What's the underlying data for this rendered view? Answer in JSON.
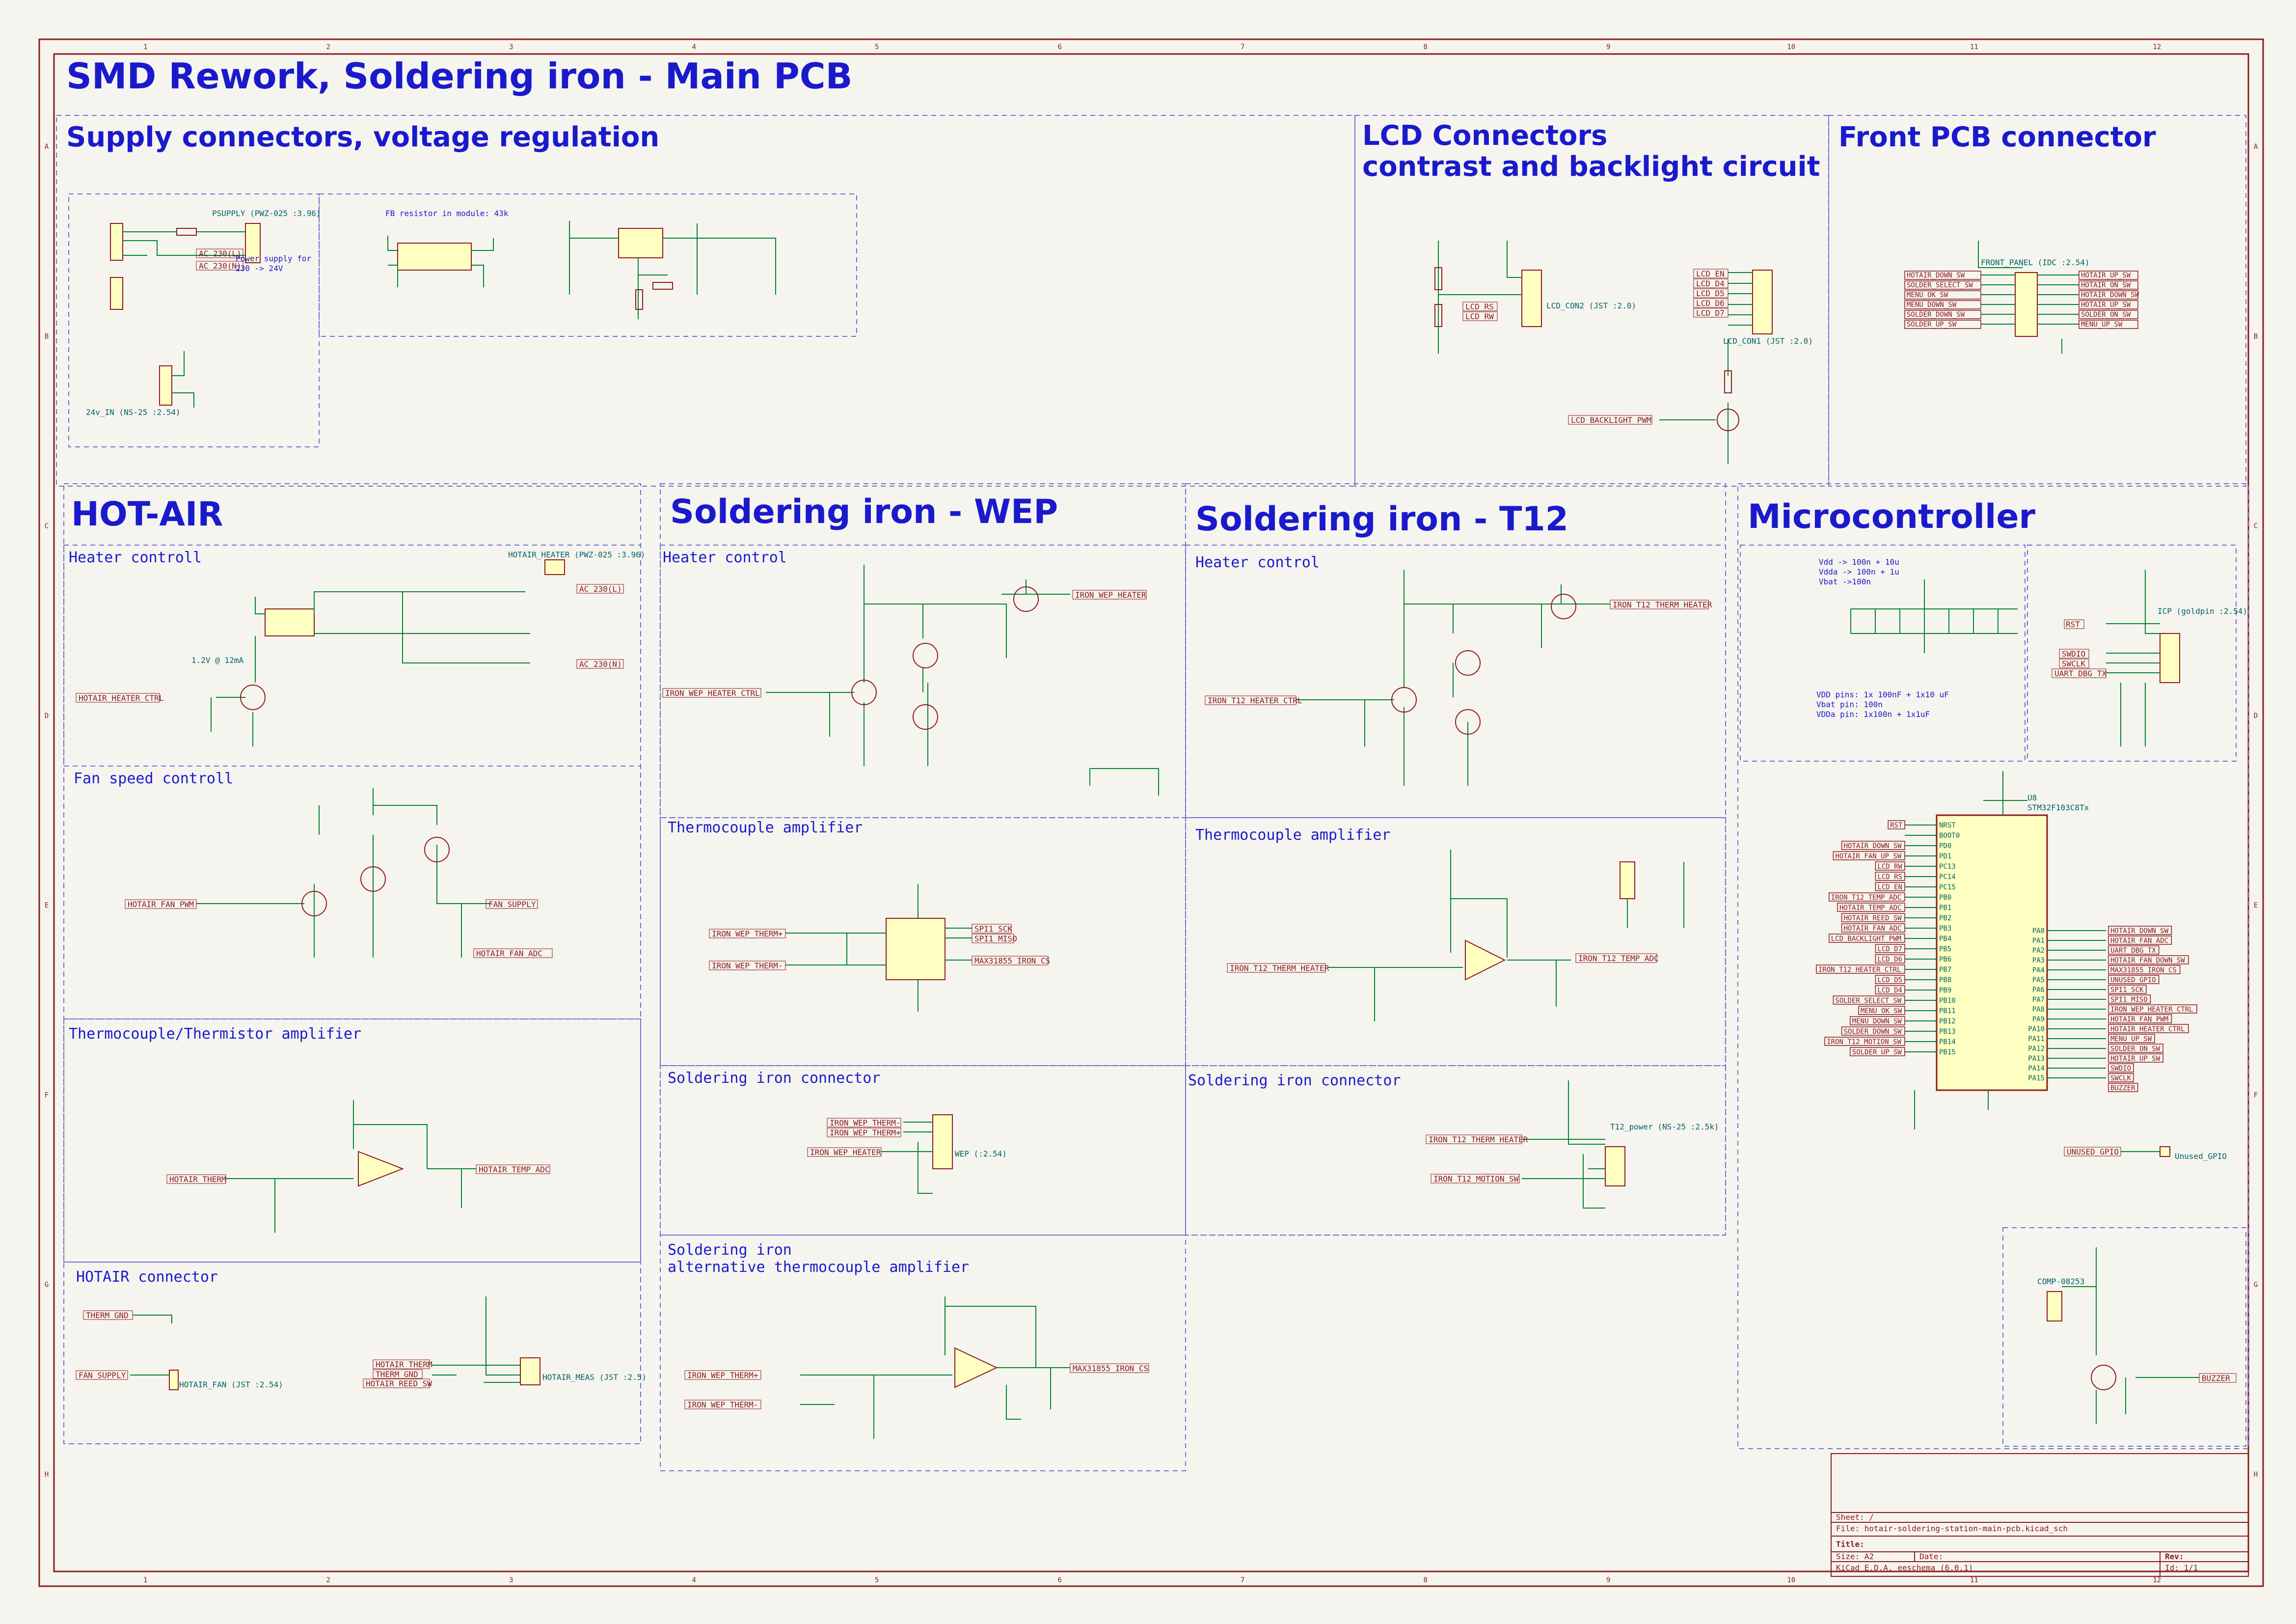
{
  "sheet_title": "SMD Rework, Soldering iron - Main PCB",
  "colors": {
    "frame": "#8c1a1a",
    "section": "#1a1acc",
    "wire": "#00842c",
    "label": "#8c1a1a",
    "body": "#ffffc2",
    "component": "#8c1a1a",
    "value": "#006464",
    "paper": "#f5f4ef"
  },
  "grid_columns": [
    "1",
    "2",
    "3",
    "4",
    "5",
    "6",
    "7",
    "8",
    "9",
    "10",
    "11",
    "12"
  ],
  "grid_rows": [
    "A",
    "B",
    "C",
    "D",
    "E",
    "F",
    "G",
    "H"
  ],
  "sections": {
    "supply": "Supply connectors, voltage regulation",
    "lcd_1": "LCD Connectors",
    "lcd_2": "contrast and backlight circuit",
    "front": "Front PCB connector",
    "hotair": "HOT-AIR",
    "wep": "Soldering iron - WEP",
    "t12": "Soldering iron - T12",
    "mcu": "Microcontroller"
  },
  "subsections": {
    "ha_heater": "Heater controll",
    "ha_fan": "Fan speed controll",
    "ha_amp": "Thermocouple/Thermistor amplifier",
    "ha_conn": "HOTAIR connector",
    "wep_heater": "Heater control",
    "wep_amp": "Thermocouple amplifier",
    "wep_conn": "Soldering iron connector",
    "wep_alt_1": "Soldering iron",
    "wep_alt_2": "alternative thermocouple amplifier",
    "t12_heater": "Heater control",
    "t12_amp": "Thermocouple amplifier",
    "t12_conn": "Soldering iron connector"
  },
  "net_labels": {
    "ac230l": "AC_230(L)",
    "ac230n": "AC_230(N)",
    "hotair_heater_ctrl": "HOTAIR_HEATER_CTRL",
    "hotair_fan_pwm": "HOTAIR_FAN_PWM",
    "fan_supply": "FAN_SUPPLY",
    "hotair_fan_adc": "HOTAIR_FAN_ADC",
    "hotair_therm": "HOTAIR_THERM",
    "hotair_temp_adc": "HOTAIR_TEMP_ADC",
    "therm_gnd": "THERM_GND",
    "hotair_reed_sw": "HOTAIR_REED_SW",
    "iron_wep_heater_ctrl": "IRON_WEP_HEATER_CTRL",
    "iron_wep_heater": "IRON_WEP_HEATER",
    "iron_wep_therm_p": "IRON_WEP_THERM+",
    "iron_wep_therm_m": "IRON_WEP_THERM-",
    "spi1_sck": "SPI1_SCK",
    "spi1_miso": "SPI1_MISO",
    "max_cs": "MAX31855_IRON_CS",
    "iron_t12_heater_ctrl": "IRON_T12_HEATER_CTRL",
    "iron_t12_therm_heater": "IRON_T12_THERM_HEATER",
    "iron_t12_temp_adc": "IRON_T12_TEMP_ADC",
    "iron_t12_motion_sw": "IRON_T12_MOTION_SW",
    "lcd_rs": "LCD_RS",
    "lcd_rw": "LCD_RW",
    "lcd_en": "LCD_EN",
    "lcd_d4": "LCD_D4",
    "lcd_d5": "LCD_D5",
    "lcd_d6": "LCD_D6",
    "lcd_d7": "LCD_D7",
    "lcd_backlight_pwm": "LCD_BACKLIGHT_PWM",
    "rst": "RST",
    "swdio": "SWDIO",
    "swclk": "SWCLK",
    "uart_dbg_tx": "UART_DBG_TX",
    "unused_gpio": "UNUSED_GPIO",
    "buzzer": "BUZZER"
  },
  "front_labels": {
    "left": [
      "HOTAIR_DOWN_SW",
      "SOLDER_SELECT_SW",
      "MENU_OK_SW",
      "MENU_DOWN_SW",
      "SOLDER_DOWN_SW",
      "SOLDER_UP_SW"
    ],
    "right": [
      "HOTAIR_UP_SW",
      "HOTAIR_ON_SW",
      "HOTAIR_DOWN_SW",
      "HOTAIR_UP_SW",
      "SOLDER_ON_SW",
      "MENU_UP_SW"
    ]
  },
  "mcu": {
    "ref": "U8",
    "part": "STM32F103C8Tx",
    "left_pins": [
      "NRST",
      "BOOT0",
      "PD0",
      "PD1",
      "PC13",
      "PC14",
      "PC15",
      "PB0",
      "PB1",
      "PB2",
      "PB3",
      "PB4",
      "PB5",
      "PB6",
      "PB7",
      "PB8",
      "PB9",
      "PB10",
      "PB11",
      "PB12",
      "PB13",
      "PB14",
      "PB15"
    ],
    "right_pins": [
      "PA0",
      "PA1",
      "PA2",
      "PA3",
      "PA4",
      "PA5",
      "PA6",
      "PA7",
      "PA8",
      "PA9",
      "PA10",
      "PA11",
      "PA12",
      "PA13",
      "PA14",
      "PA15"
    ],
    "left_nets": [
      "RST",
      "",
      "HOTAIR_DOWN_SW",
      "HOTAIR_FAN_UP_SW",
      "LCD_RW",
      "LCD_RS",
      "LCD_EN",
      "IRON_T12_TEMP_ADC",
      "HOTAIR_TEMP_ADC",
      "HOTAIR_REED_SW",
      "HOTAIR_FAN_ADC",
      "LCD_BACKLIGHT_PWM",
      "LCD_D7",
      "LCD_D6",
      "IRON_T12_HEATER_CTRL",
      "LCD_D5",
      "LCD_D4",
      "SOLDER_SELECT_SW",
      "MENU_OK_SW",
      "MENU_DOWN_SW",
      "SOLDER_DOWN_SW",
      "IRON_T12_MOTION_SW",
      "SOLDER_UP_SW"
    ],
    "right_nets": [
      "HOTAIR_DOWN_SW",
      "HOTAIR_FAN_ADC",
      "UART_DBG_TX",
      "HOTAIR_FAN_DOWN_SW",
      "MAX31855_IRON_CS",
      "UNUSED_GPIO",
      "SPI1_SCK",
      "SPI1_MISO",
      "IRON_WEP_HEATER_CTRL",
      "HOTAIR_FAN_PWM",
      "HOTAIR_HEATER_CTRL",
      "MENU_UP_SW",
      "SOLDER_ON_SW",
      "HOTAIR_UP_SW",
      "SWDIO",
      "SWCLK",
      "BUZZER"
    ]
  },
  "notes": {
    "psupply": "PSUPPLY (PWZ-025 :3.96)",
    "psupply_note_1": "Power supply for",
    "psupply_note_2": "230 -> 24V",
    "fb_note": "FB resistor in module: 43k",
    "hotair_heater_conn": "HOTAIR_HEATER (PWZ-025 :3.96)",
    "t12_power": "T12_power (NS-25 :2.5k)",
    "lcd_con2": "LCD_CON2 (JST :2.0)",
    "lcd_con1": "LCD_CON1 (JST :2.0)",
    "front_panel": "FRONT_PANEL (IDC :2.54)",
    "icp": "ICP (goldpin :2.54)",
    "decoupling_1": "Vdd -> 100n + 10u",
    "decoupling_2": "Vdda -> 100n + 1u",
    "decoupling_3": "Vbat ->100n",
    "vdd_pins_1": "VDD pins: 1x 100nF + 1x10 uF",
    "vdd_pins_2": "Vbat pin: 100n",
    "vdd_pins_3": "VDDa pin: 1x100n + 1x1uF",
    "heater_current": "1.2V @ 12mA",
    "in24v": "24v_IN (NS-25 :2.54)",
    "hotair_fan_conn": "HOTAIR_FAN (JST :2.54)",
    "hotair_meas": "HOTAIR_MEAS (JST :2.5)",
    "wep_conn": "WEP (:2.54)",
    "unused_gpio_conn": "Unused_GPIO",
    "buzzer_part": "COMP-08253"
  },
  "title_block": {
    "sheet": "Sheet: /",
    "file": "File: hotair-soldering-station-main-pcb.kicad_sch",
    "title_label": "Title:",
    "size": "Size: A2",
    "date": "Date:",
    "rev": "Rev:",
    "kicad": "KiCad E.D.A.  eeschema (6.0.1)",
    "id": "Id: 1/1"
  }
}
